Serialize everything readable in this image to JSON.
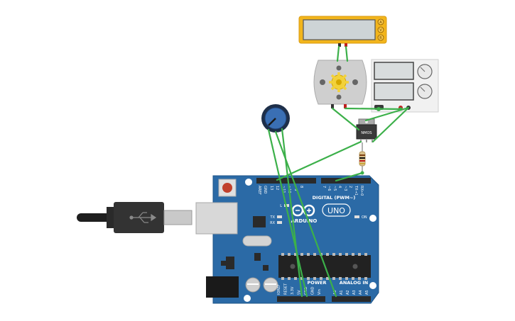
{
  "arduino": {
    "brand": "ARDUINO",
    "model": "UNO",
    "digital_header": "DIGITAL (PWM~)",
    "analog_header": "ANALOG IN",
    "power_header": "POWER",
    "on_label": "ON",
    "l_label": "L",
    "tx_label": "TX",
    "rx_label": "RX",
    "digital_pins": [
      "AREF",
      "GND",
      "13",
      "12",
      "~11",
      "~10",
      "~9",
      "8",
      "7",
      "~6",
      "~5",
      "4",
      "~3",
      "2",
      "TX→1",
      "RX←0"
    ],
    "power_pins": [
      "IOREF",
      "RESET",
      "3.3V",
      "5V",
      "GND",
      "GND",
      "Vin"
    ],
    "analog_pins": [
      "A0",
      "A1",
      "A2",
      "A3",
      "A4",
      "A5"
    ]
  },
  "transistor": {
    "label": "NMOS"
  },
  "multimeter": {
    "buttons": [
      "A",
      "V",
      "R"
    ]
  },
  "colors": {
    "board": "#2b6aa6",
    "wire": "#3cb04a",
    "multimeter": "#f2b51c",
    "motor": "#cfcfcf",
    "gear": "#f2d13a"
  }
}
